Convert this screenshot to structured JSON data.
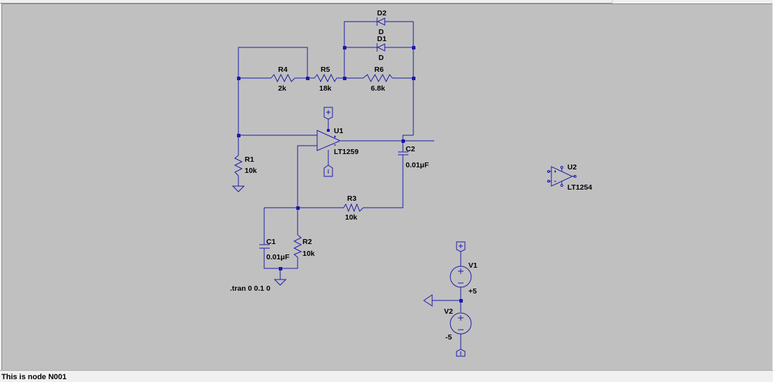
{
  "app": {
    "status_text": "This is node N001"
  },
  "colors": {
    "canvas_bg": "#c0c0c0",
    "wire": "#1a1aaa",
    "junction": "#1a1aaa",
    "component": "#1a1aaa",
    "label_text": "#000000"
  },
  "components": {
    "d2": {
      "name": "D2",
      "value": "D",
      "icon": "diode-icon"
    },
    "d1": {
      "name": "D1",
      "value": "D",
      "icon": "diode-icon"
    },
    "r4": {
      "name": "R4",
      "value": "2k",
      "icon": "resistor-icon"
    },
    "r5": {
      "name": "R5",
      "value": "18k",
      "icon": "resistor-icon"
    },
    "r6": {
      "name": "R6",
      "value": "6.8k",
      "icon": "resistor-icon"
    },
    "u1": {
      "name": "U1",
      "value": "LT1259",
      "icon": "opamp-icon"
    },
    "r1": {
      "name": "R1",
      "value": "10k",
      "icon": "resistor-icon"
    },
    "c2": {
      "name": "C2",
      "value": "0.01μF",
      "icon": "capacitor-icon"
    },
    "r3": {
      "name": "R3",
      "value": "10k",
      "icon": "resistor-icon"
    },
    "c1": {
      "name": "C1",
      "value": "0.01μF",
      "icon": "capacitor-icon"
    },
    "r2": {
      "name": "R2",
      "value": "10k",
      "icon": "resistor-icon"
    },
    "u2": {
      "name": "U2",
      "value": "LT1254",
      "icon": "opamp-icon"
    },
    "v1": {
      "name": "V1",
      "value": "+5",
      "icon": "voltage-source-icon"
    },
    "v2": {
      "name": "V2",
      "value": "-5",
      "icon": "voltage-source-icon"
    }
  },
  "directive": {
    "text": ".tran 0 0.1 0"
  },
  "flags": {
    "plus": "+",
    "minus": "-"
  }
}
